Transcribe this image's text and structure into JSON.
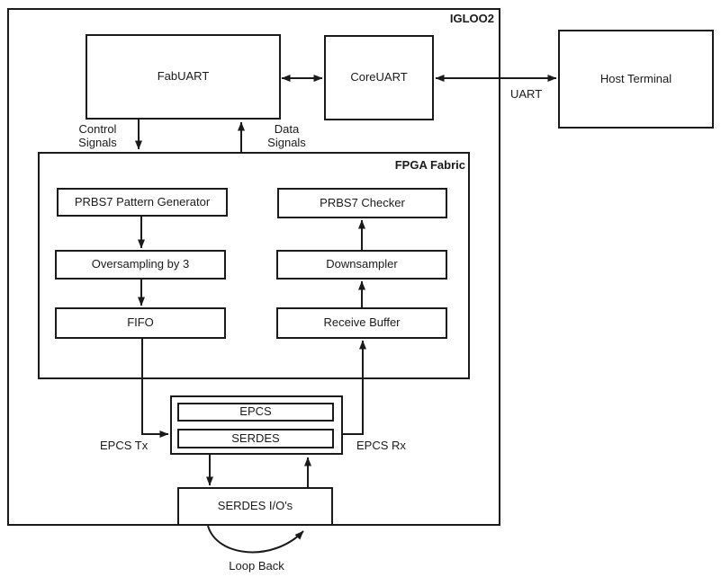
{
  "diagram": {
    "system_label": "IGLOO2",
    "fabric_label": "FPGA Fabric",
    "blocks": {
      "fabuart": "FabUART",
      "coreuart": "CoreUART",
      "host_terminal": "Host Terminal",
      "prbs7_generator": "PRBS7 Pattern Generator",
      "oversampling": "Oversampling by 3",
      "fifo": "FIFO",
      "prbs7_checker": "PRBS7 Checker",
      "downsampler": "Downsampler",
      "receive_buffer": "Receive Buffer",
      "epcs": "EPCS",
      "serdes": "SERDES",
      "serdes_ios": "SERDES I/O's"
    },
    "labels": {
      "control_signals": "Control\nSignals",
      "data_signals": "Data\nSignals",
      "uart": "UART",
      "epcs_tx": "EPCS Tx",
      "epcs_rx": "EPCS Rx",
      "loop_back": "Loop Back"
    },
    "colors": {
      "line": "#1a1a1a",
      "text": "#1a1a1a",
      "background": "#ffffff"
    }
  }
}
